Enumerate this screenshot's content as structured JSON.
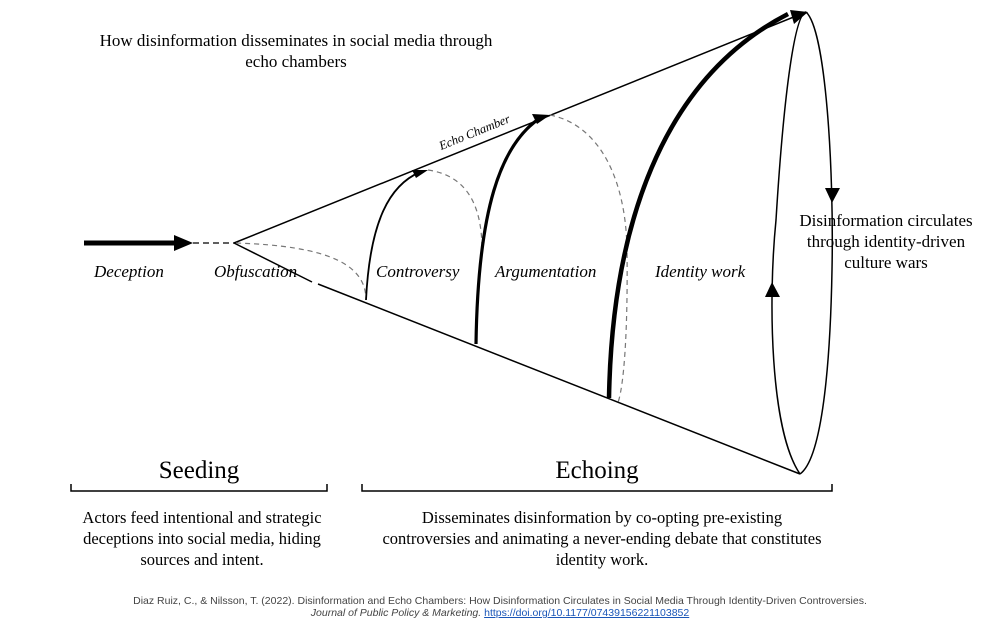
{
  "title": "How disinformation disseminates  in social media through echo chambers",
  "echo_chamber_label": "Echo Chamber",
  "stages": {
    "deception": "Deception",
    "obfuscation": "Obfuscation",
    "controversy": "Controversy",
    "argumentation": "Argumentation",
    "identity_work": "Identity work"
  },
  "circulation_text": "Disinformation circulates through identity-driven  culture wars",
  "phases": {
    "seeding": {
      "label": "Seeding",
      "description": "Actors feed intentional and strategic deceptions  into social media, hiding sources and intent."
    },
    "echoing": {
      "label": "Echoing",
      "description": "Disseminates disinformation by co-opting pre-existing controversies and animating  a never-ending debate that constitutes identity work."
    }
  },
  "citation": {
    "authors": "Diaz Ruiz, C.,  & Nilsson, T. (2022). Disinformation and Echo Chambers: How Disinformation Circulates in Social Media Through Identity-Driven  Controversies.",
    "journal": "Journal of Public Policy & Marketing.",
    "doi": "https://doi.org/10.1177/07439156221103852"
  }
}
